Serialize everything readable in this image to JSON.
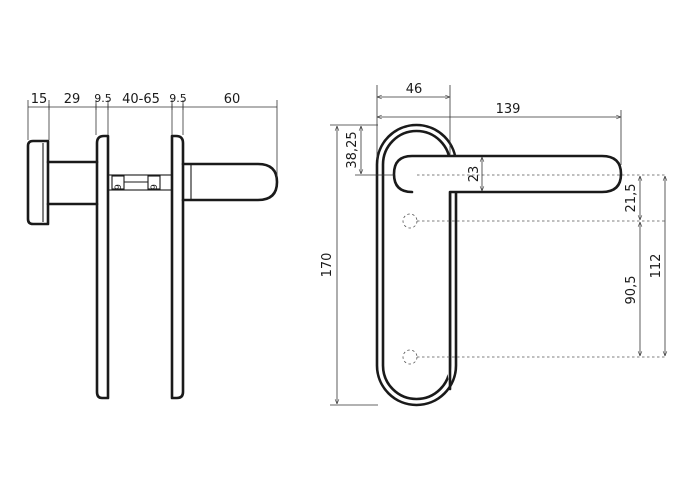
{
  "side_view": {
    "dim_rose_thickness": "15",
    "dim_rose_to_plate": "29",
    "dim_plate_left": "9.5",
    "dim_door_thickness": "40-65",
    "dim_plate_right": "9.5",
    "dim_lever_projection": "60",
    "spindle_label_left": "9",
    "spindle_label_right": "9"
  },
  "front_view": {
    "dim_plate_width": "46",
    "dim_lever_length": "139",
    "dim_top_offset": "38,25",
    "dim_lever_height": "23",
    "dim_overall_height": "170",
    "dim_lever_to_screw": "21,5",
    "dim_screw_spacing": "90,5",
    "dim_lever_to_bottom_screw": "112"
  }
}
